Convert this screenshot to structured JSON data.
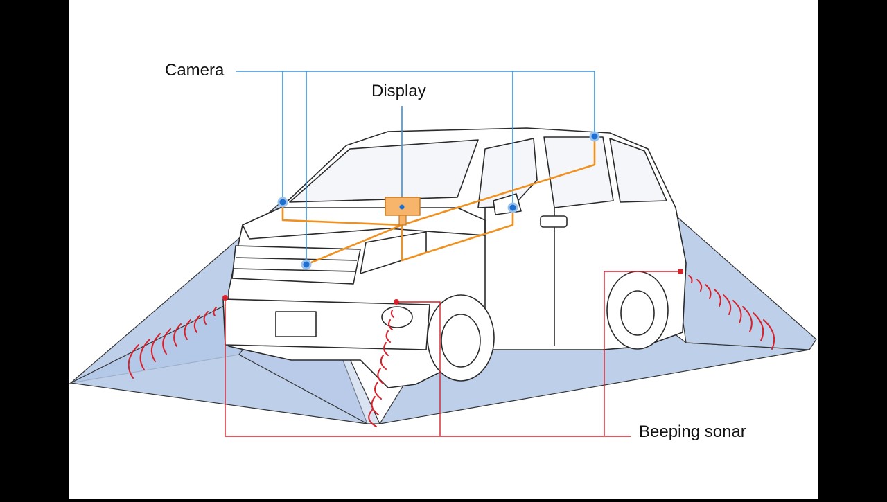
{
  "labels": {
    "camera": "Camera",
    "display": "Display",
    "beeping_sonar": "Beeping sonar"
  },
  "colors": {
    "camera_line": "#3a8fd6",
    "camera_dot": "#1f6fd0",
    "display_wire": "#f0901e",
    "display_box": "#f6b56a",
    "sonar": "#d81f2a",
    "coverage_fill": "#b3c7e6",
    "outline": "#2a2a2a",
    "background": "#ffffff"
  },
  "icons": {
    "camera": "blue-dot-icon",
    "display": "orange-screen-icon",
    "sonar": "red-dot-icon"
  }
}
